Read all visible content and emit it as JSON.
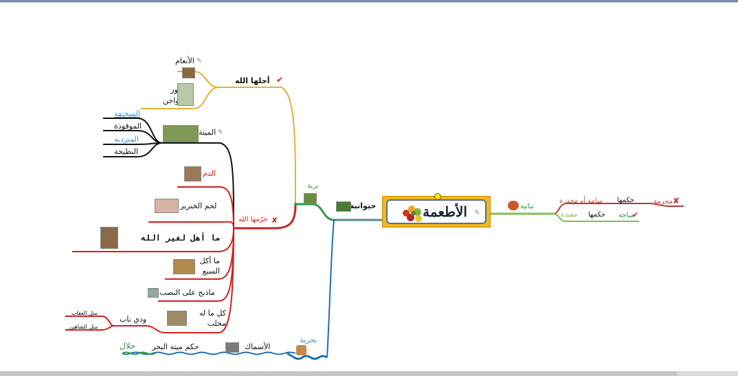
{
  "central": {
    "title": "الأطعمة"
  },
  "right_branch": {
    "plant": "نباتية",
    "ruling_a": "حكمها",
    "ruling_b": "حكمها",
    "harmful": "سامة أو مخدرة",
    "useful": "مفيدة",
    "forbidden": "محرمة",
    "allowed": "مباحة"
  },
  "left_branch": {
    "animal": "حيوانية",
    "land": "برية",
    "sea": "بحرية",
    "permitted_by_god": "أحلها الله",
    "cattle": "الأنعام",
    "birds": "الطيور والدواجن",
    "forbidden_by_god": "حرّمها الله",
    "carrion": "الميتة",
    "strangled": "المنخنقة",
    "beaten": "الموقوذة",
    "fallen": "المتردية",
    "gored": "النطيحة",
    "blood": "الدم",
    "pork": "لحم الخنزير",
    "other_than_god": "ما أهل لغير الله",
    "predator_eaten": "ما أكل السبع",
    "altar_slaughtered": "ماذبح على النصب",
    "talons": "كل ما له مخلب",
    "fangs": "وذي ناب",
    "eagle": "مثل العقاب",
    "falcon": "مثل الشاهين",
    "fish": "الأسماك",
    "sea_carrion": "حكم ميتة البحر",
    "halal": "حلال"
  },
  "colors": {
    "green": "#2e9b48",
    "teal": "#4f8a8b",
    "orange": "#e2b13a",
    "black": "#111111",
    "red": "#d21f1f",
    "blue": "#1f6fb0",
    "lightgreen": "#7cc14a",
    "maroon": "#b23a3a",
    "central_frame": "#f2b81c"
  },
  "icons": {
    "note": "paperclip-icon",
    "check": "check-icon",
    "cross": "cross-icon"
  }
}
